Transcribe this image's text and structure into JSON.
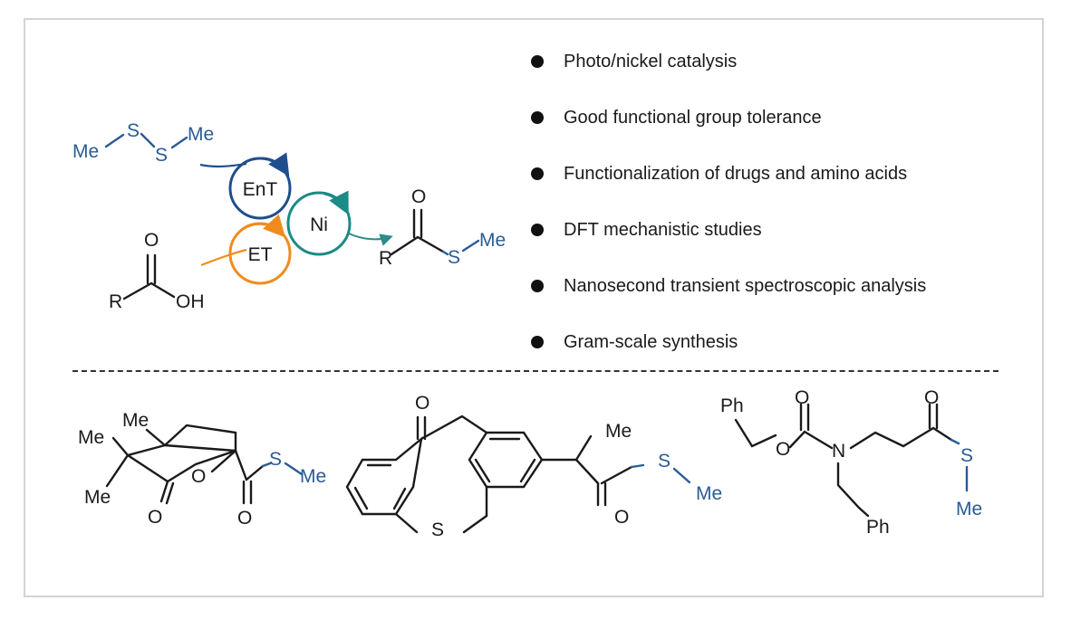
{
  "features": [
    "Photo/nickel catalysis",
    "Good functional group tolerance",
    "Functionalization of drugs and amino acids",
    "DFT mechanistic studies",
    "Nanosecond transient spectroscopic analysis",
    "Gram-scale synthesis"
  ],
  "catalysis": {
    "ent_label": "EnT",
    "ni_label": "Ni",
    "et_label": "ET"
  },
  "atoms": {
    "me": "Me",
    "s": "S",
    "o": "O",
    "r": "R",
    "oh": "OH",
    "ph": "Ph",
    "n": "N"
  },
  "colors": {
    "ent": "#1f4e8c",
    "ni": "#1c8a86",
    "et": "#f08c1e",
    "sulfur_group": "#2a5b94",
    "border": "#d4d4d4"
  }
}
